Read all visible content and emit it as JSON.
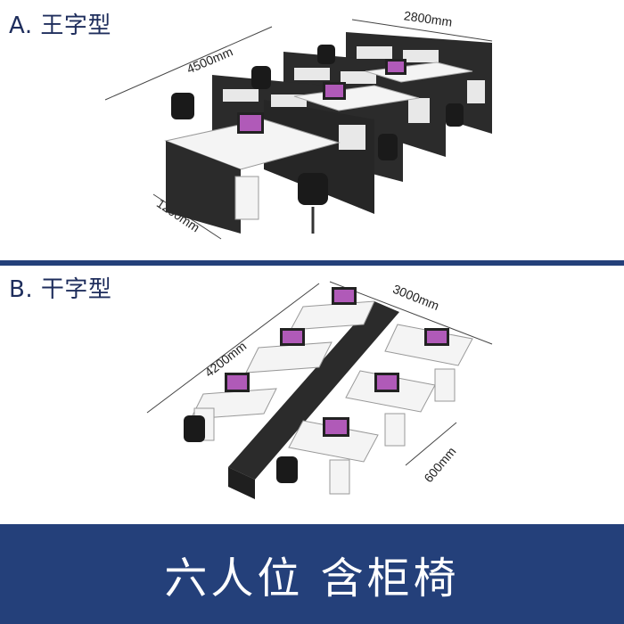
{
  "section_a": {
    "label": "A. 王字型",
    "dims": {
      "length": "4500mm",
      "depth": "2800mm",
      "width": "1200mm"
    }
  },
  "section_b": {
    "label": "B. 干字型",
    "dims": {
      "length": "4200mm",
      "depth": "3000mm",
      "width": "600mm"
    }
  },
  "banner": {
    "text": "六人位 含柜椅"
  },
  "colors": {
    "navy": "#24407a",
    "cabinet": "#2b2b2b",
    "desk": "#f4f4f4",
    "screen": "#b05ab8"
  }
}
